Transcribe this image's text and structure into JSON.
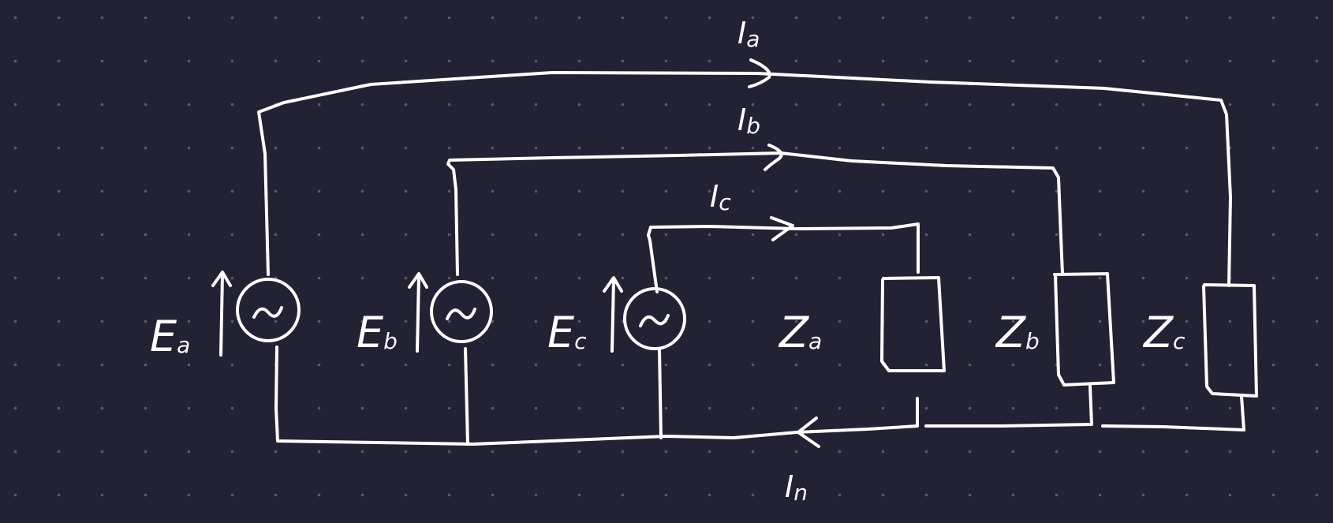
{
  "diagram": {
    "background_color": "#232235",
    "ink_color": "#ffffff",
    "sources": [
      {
        "id": "a",
        "symbol": "~",
        "label_main": "E",
        "label_sub": "a"
      },
      {
        "id": "b",
        "symbol": "~",
        "label_main": "E",
        "label_sub": "b"
      },
      {
        "id": "c",
        "symbol": "~",
        "label_main": "E",
        "label_sub": "c"
      }
    ],
    "loads": [
      {
        "id": "a",
        "label_main": "Z",
        "label_sub": "a"
      },
      {
        "id": "b",
        "label_main": "Z",
        "label_sub": "b"
      },
      {
        "id": "c",
        "label_main": "Z",
        "label_sub": "c"
      }
    ],
    "currents": [
      {
        "id": "a",
        "label_main": "I",
        "label_sub": "a"
      },
      {
        "id": "b",
        "label_main": "I",
        "label_sub": "b"
      },
      {
        "id": "c",
        "label_main": "I",
        "label_sub": "c"
      },
      {
        "id": "n",
        "label_main": "I",
        "label_sub": "n"
      }
    ]
  }
}
